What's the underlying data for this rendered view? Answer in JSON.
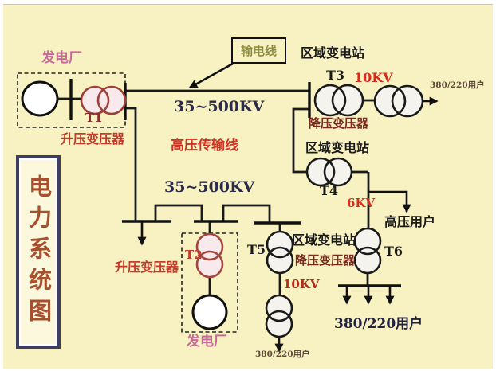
{
  "title_box": {
    "text": "电力系统图",
    "text_color": "#A8502D",
    "border_color": "#3D3D60"
  },
  "colors": {
    "panel_background": "#F8F2C2",
    "line_black": "#1a1a1a",
    "generator_transformer_red": "#9C4038",
    "transformer_fill_pink": "#F8E9EC",
    "voltage_navy": "#2A2A4A",
    "red_text": "#CC3322",
    "bright_red_text": "#D92B1A",
    "maroon_text": "#7B2A1E",
    "pink_text": "#C9699A",
    "olive_text": "#8F8F45",
    "small_users_text": "#5F4B3C"
  },
  "labels": {
    "plant_top": "发电厂",
    "t1": "T1",
    "step_up_1": "升压变压器",
    "line_box": "输电线",
    "kv35_top": "35~500KV",
    "hv_line": "高压传输线",
    "kv35_bottom": "35~500KV",
    "substation_1": "区域变电站",
    "t3": "T3",
    "kv10_top": "10KV",
    "users_top": "380/220用户",
    "step_down_1": "降压变压器",
    "substation_2": "区域变电站",
    "t4": "T4",
    "kv6": "6KV",
    "hv_users": "高压用户",
    "substation_3": "区域变电站",
    "t5": "T5",
    "step_down_2": "降压变压器",
    "t6": "T6",
    "kv10_bottom": "10KV",
    "users_small_bottom": "380/220用户",
    "users_big": "380/220用户",
    "step_up_2": "升压变压器",
    "t2": "T2",
    "plant_bottom": "发电厂"
  }
}
